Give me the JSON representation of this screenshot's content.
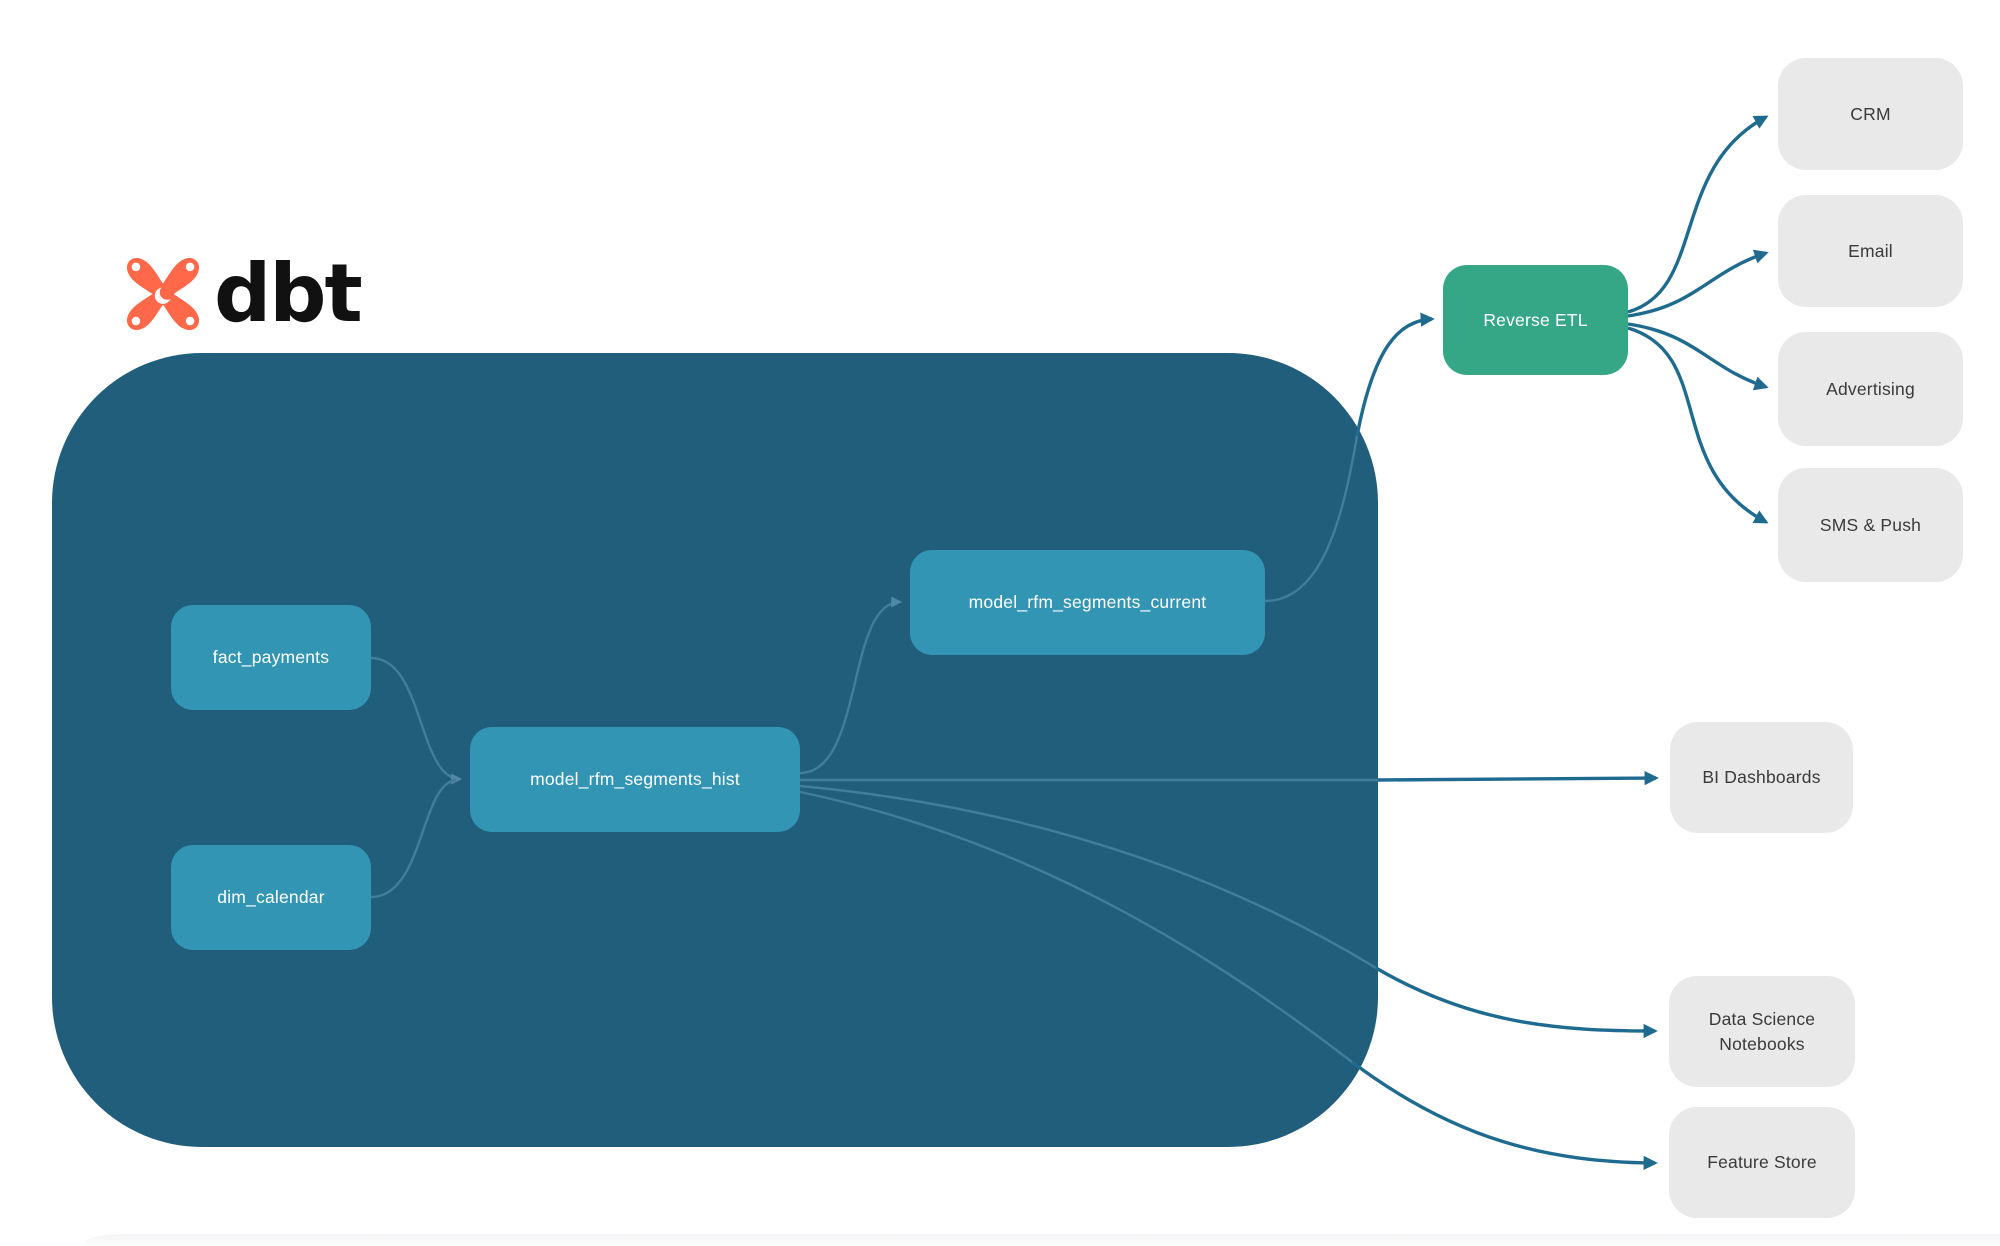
{
  "brand": {
    "name": "dbt"
  },
  "nodes": {
    "fact_payments": "fact_payments",
    "dim_calendar": "dim_calendar",
    "hist": "model_rfm_segments_hist",
    "current": "model_rfm_segments_current",
    "reverse_etl": "Reverse ETL",
    "crm": "CRM",
    "email": "Email",
    "advertising": "Advertising",
    "sms_push": "SMS & Push",
    "bi_dashboards": "BI Dashboards",
    "data_science": "Data Science Notebooks",
    "feature_store": "Feature Store"
  },
  "edges": [
    {
      "from": "fact_payments",
      "to": "model_rfm_segments_hist"
    },
    {
      "from": "dim_calendar",
      "to": "model_rfm_segments_hist"
    },
    {
      "from": "model_rfm_segments_hist",
      "to": "model_rfm_segments_current"
    },
    {
      "from": "model_rfm_segments_current",
      "to": "Reverse ETL"
    },
    {
      "from": "Reverse ETL",
      "to": "CRM"
    },
    {
      "from": "Reverse ETL",
      "to": "Email"
    },
    {
      "from": "Reverse ETL",
      "to": "Advertising"
    },
    {
      "from": "Reverse ETL",
      "to": "SMS & Push"
    },
    {
      "from": "model_rfm_segments_hist",
      "to": "BI Dashboards"
    },
    {
      "from": "model_rfm_segments_hist",
      "to": "Data Science Notebooks"
    },
    {
      "from": "model_rfm_segments_hist",
      "to": "Feature Store"
    }
  ],
  "colors": {
    "warehouse_container": "#205e7c",
    "model_node": "#3395b4",
    "reverse_etl_node": "#35a686",
    "destination_node": "#e9e9e9",
    "destination_text": "#3a3a3a",
    "arrow_outside": "#1f6b90",
    "arrow_inside": "#3f7e9c",
    "logo_orange": "#ff694a",
    "logo_text": "#111111",
    "background": "#ffffff"
  }
}
